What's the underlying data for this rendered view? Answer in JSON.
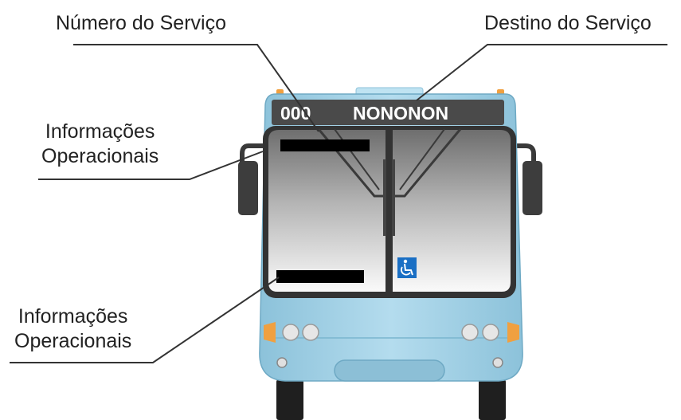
{
  "labels": {
    "service_number": "Número do Serviço",
    "service_destination": "Destino do Serviço",
    "operational_info_top": [
      "Informações",
      "Operacionais"
    ],
    "operational_info_bottom": [
      "Informações",
      "Operacionais"
    ]
  },
  "destination_sign": {
    "number": "000",
    "destination": "NONONON"
  },
  "colors": {
    "body": "#9fcee3",
    "frame": "#3a3a3a",
    "sign_background": "#4a4a4a",
    "accessibility_sign": "#1a6fc4",
    "turn_signal": "#f0a040"
  },
  "icons": {
    "accessibility": "wheelchair-icon"
  }
}
